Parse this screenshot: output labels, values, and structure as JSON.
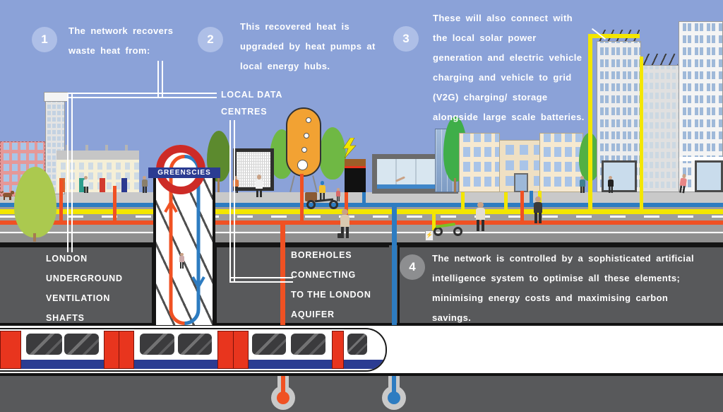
{
  "annotations": {
    "step1": {
      "number": "1",
      "text": "The network recovers\nwaste heat from:"
    },
    "step2": {
      "number": "2",
      "text": "This recovered heat is\nupgraded by heat pumps at\nlocal energy hubs."
    },
    "step3": {
      "number": "3",
      "text": "These will also connect with\nthe local solar power\ngeneration and electric vehicle\ncharging and vehicle to grid\n(V2G) charging/ storage\nalongside large scale batteries."
    },
    "step4": {
      "number": "4",
      "text": "The network is controlled by a sophisticated artificial\nintelligence system to optimise all these elements;\nminimising energy costs and maximising carbon\nsavings."
    }
  },
  "labels": {
    "data_centres": "LOCAL DATA\nCENTRES",
    "ventilation": "LONDON\nUNDERGROUND\nVENTILATION\nSHAFTS",
    "boreholes": "BOREHOLES\nCONNECTING\nTO THE LONDON\nAQUIFER",
    "roundel": "GREENSCIES"
  },
  "colors": {
    "heat": "#f05123",
    "cold": "#2d7cc1",
    "elec": "#f3e600",
    "red": "#cd2b27",
    "navy": "#2b3c92"
  }
}
